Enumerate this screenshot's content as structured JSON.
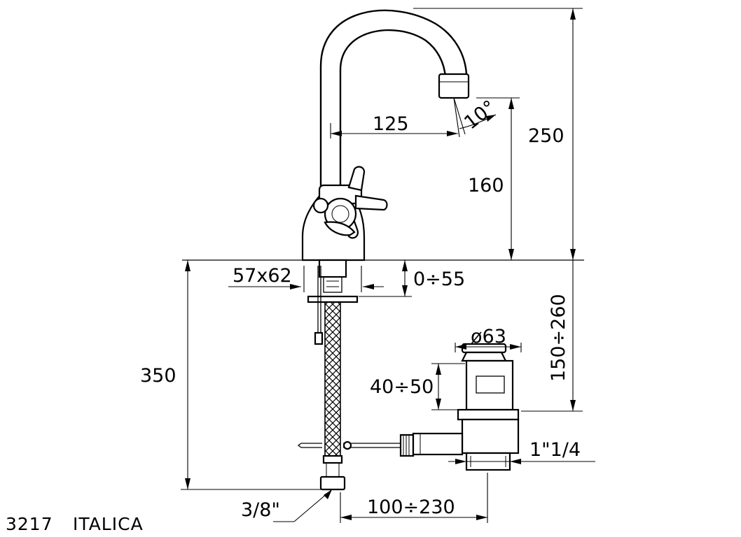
{
  "product": {
    "code": "3217",
    "name": "ITALICA"
  },
  "dimensions": {
    "spout_height_total": "250",
    "spout_height_outlet": "160",
    "spout_reach": "125",
    "spout_angle": "10°",
    "base_size": "57x62",
    "deck_thickness": "0÷55",
    "hose_length": "350",
    "waste_plug_diameter": "ø63",
    "waste_plug_height": "40÷50",
    "waste_length": "150÷260",
    "waste_thread": "1\"1/4",
    "hose_connection": "3/8\"",
    "rod_distance": "100÷230"
  }
}
